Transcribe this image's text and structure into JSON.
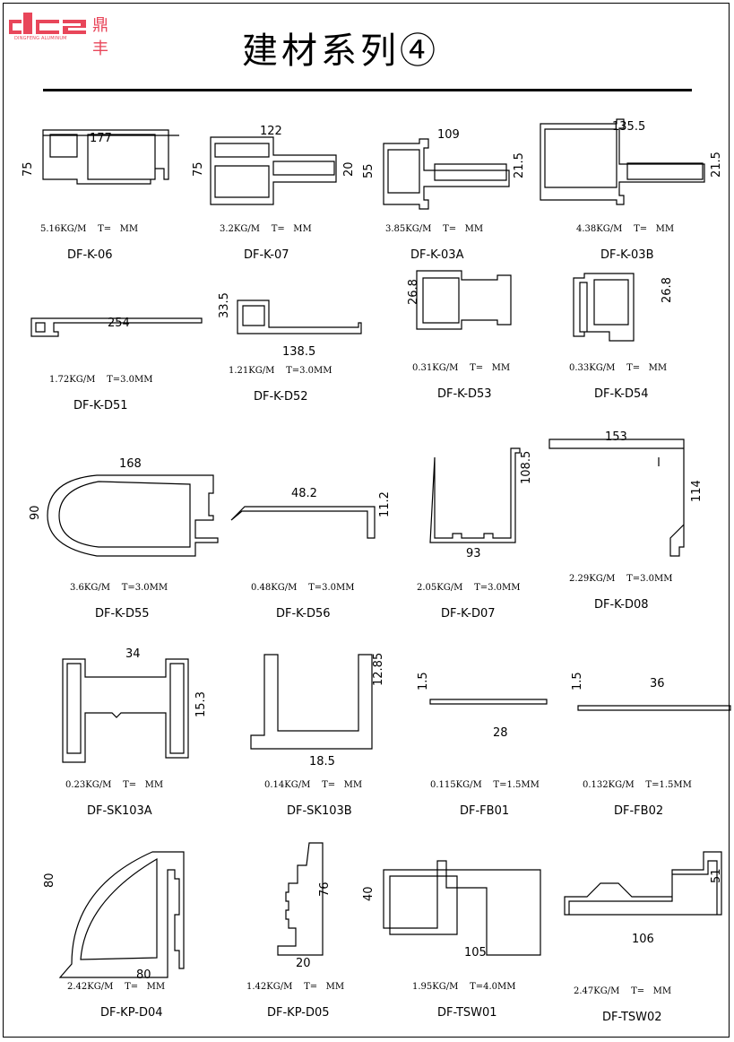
{
  "logo": {
    "letters": "dcz",
    "cn": "鼎丰",
    "sub": "DINGFENG ALUMINUM",
    "color": "#e8465a"
  },
  "title": "建材系列④",
  "profiles": [
    {
      "code": "DF-K-06",
      "weight": "5.16KG/M",
      "thick": "T=   MM",
      "dims": [
        "177",
        "75"
      ]
    },
    {
      "code": "DF-K-07",
      "weight": "3.2KG/M",
      "thick": "T=   MM",
      "dims": [
        "122",
        "75",
        "20"
      ]
    },
    {
      "code": "DF-K-03A",
      "weight": "3.85KG/M",
      "thick": "T=   MM",
      "dims": [
        "109",
        "55",
        "21.5"
      ]
    },
    {
      "code": "DF-K-03B",
      "weight": "4.38KG/M",
      "thick": "T=   MM",
      "dims": [
        "135.5",
        "21.5"
      ]
    },
    {
      "code": "DF-K-D51",
      "weight": "1.72KG/M",
      "thick": "T=3.0MM",
      "dims": [
        "254"
      ]
    },
    {
      "code": "DF-K-D52",
      "weight": "1.21KG/M",
      "thick": "T=3.0MM",
      "dims": [
        "33.5",
        "138.5"
      ]
    },
    {
      "code": "DF-K-D53",
      "weight": "0.31KG/M",
      "thick": "T=   MM",
      "dims": [
        "26.8"
      ]
    },
    {
      "code": "DF-K-D54",
      "weight": "0.33KG/M",
      "thick": "T=   MM",
      "dims": [
        "26.8"
      ]
    },
    {
      "code": "DF-K-D55",
      "weight": "3.6KG/M",
      "thick": "T=3.0MM",
      "dims": [
        "168",
        "90"
      ]
    },
    {
      "code": "DF-K-D56",
      "weight": "0.48KG/M",
      "thick": "T=3.0MM",
      "dims": [
        "48.2",
        "11.2"
      ]
    },
    {
      "code": "DF-K-D07",
      "weight": "2.05KG/M",
      "thick": "T=3.0MM",
      "dims": [
        "108.5",
        "93"
      ]
    },
    {
      "code": "DF-K-D08",
      "weight": "2.29KG/M",
      "thick": "T=3.0MM",
      "dims": [
        "153",
        "114"
      ]
    },
    {
      "code": "DF-SK103A",
      "weight": "0.23KG/M",
      "thick": "T=   MM",
      "dims": [
        "34",
        "15.3"
      ]
    },
    {
      "code": "DF-SK103B",
      "weight": "0.14KG/M",
      "thick": "T=   MM",
      "dims": [
        "12.85",
        "18.5"
      ]
    },
    {
      "code": "DF-FB01",
      "weight": "0.115KG/M",
      "thick": "T=1.5MM",
      "dims": [
        "1.5",
        "28"
      ]
    },
    {
      "code": "DF-FB02",
      "weight": "0.132KG/M",
      "thick": "T=1.5MM",
      "dims": [
        "1.5",
        "36"
      ]
    },
    {
      "code": "DF-KP-D04",
      "weight": "2.42KG/M",
      "thick": "T=   MM",
      "dims": [
        "80",
        "80"
      ]
    },
    {
      "code": "DF-KP-D05",
      "weight": "1.42KG/M",
      "thick": "T=   MM",
      "dims": [
        "76",
        "20"
      ]
    },
    {
      "code": "DF-TSW01",
      "weight": "1.95KG/M",
      "thick": "T=4.0MM",
      "dims": [
        "40",
        "105"
      ]
    },
    {
      "code": "DF-TSW02",
      "weight": "2.47KG/M",
      "thick": "T=   MM",
      "dims": [
        "51",
        "106"
      ]
    }
  ]
}
